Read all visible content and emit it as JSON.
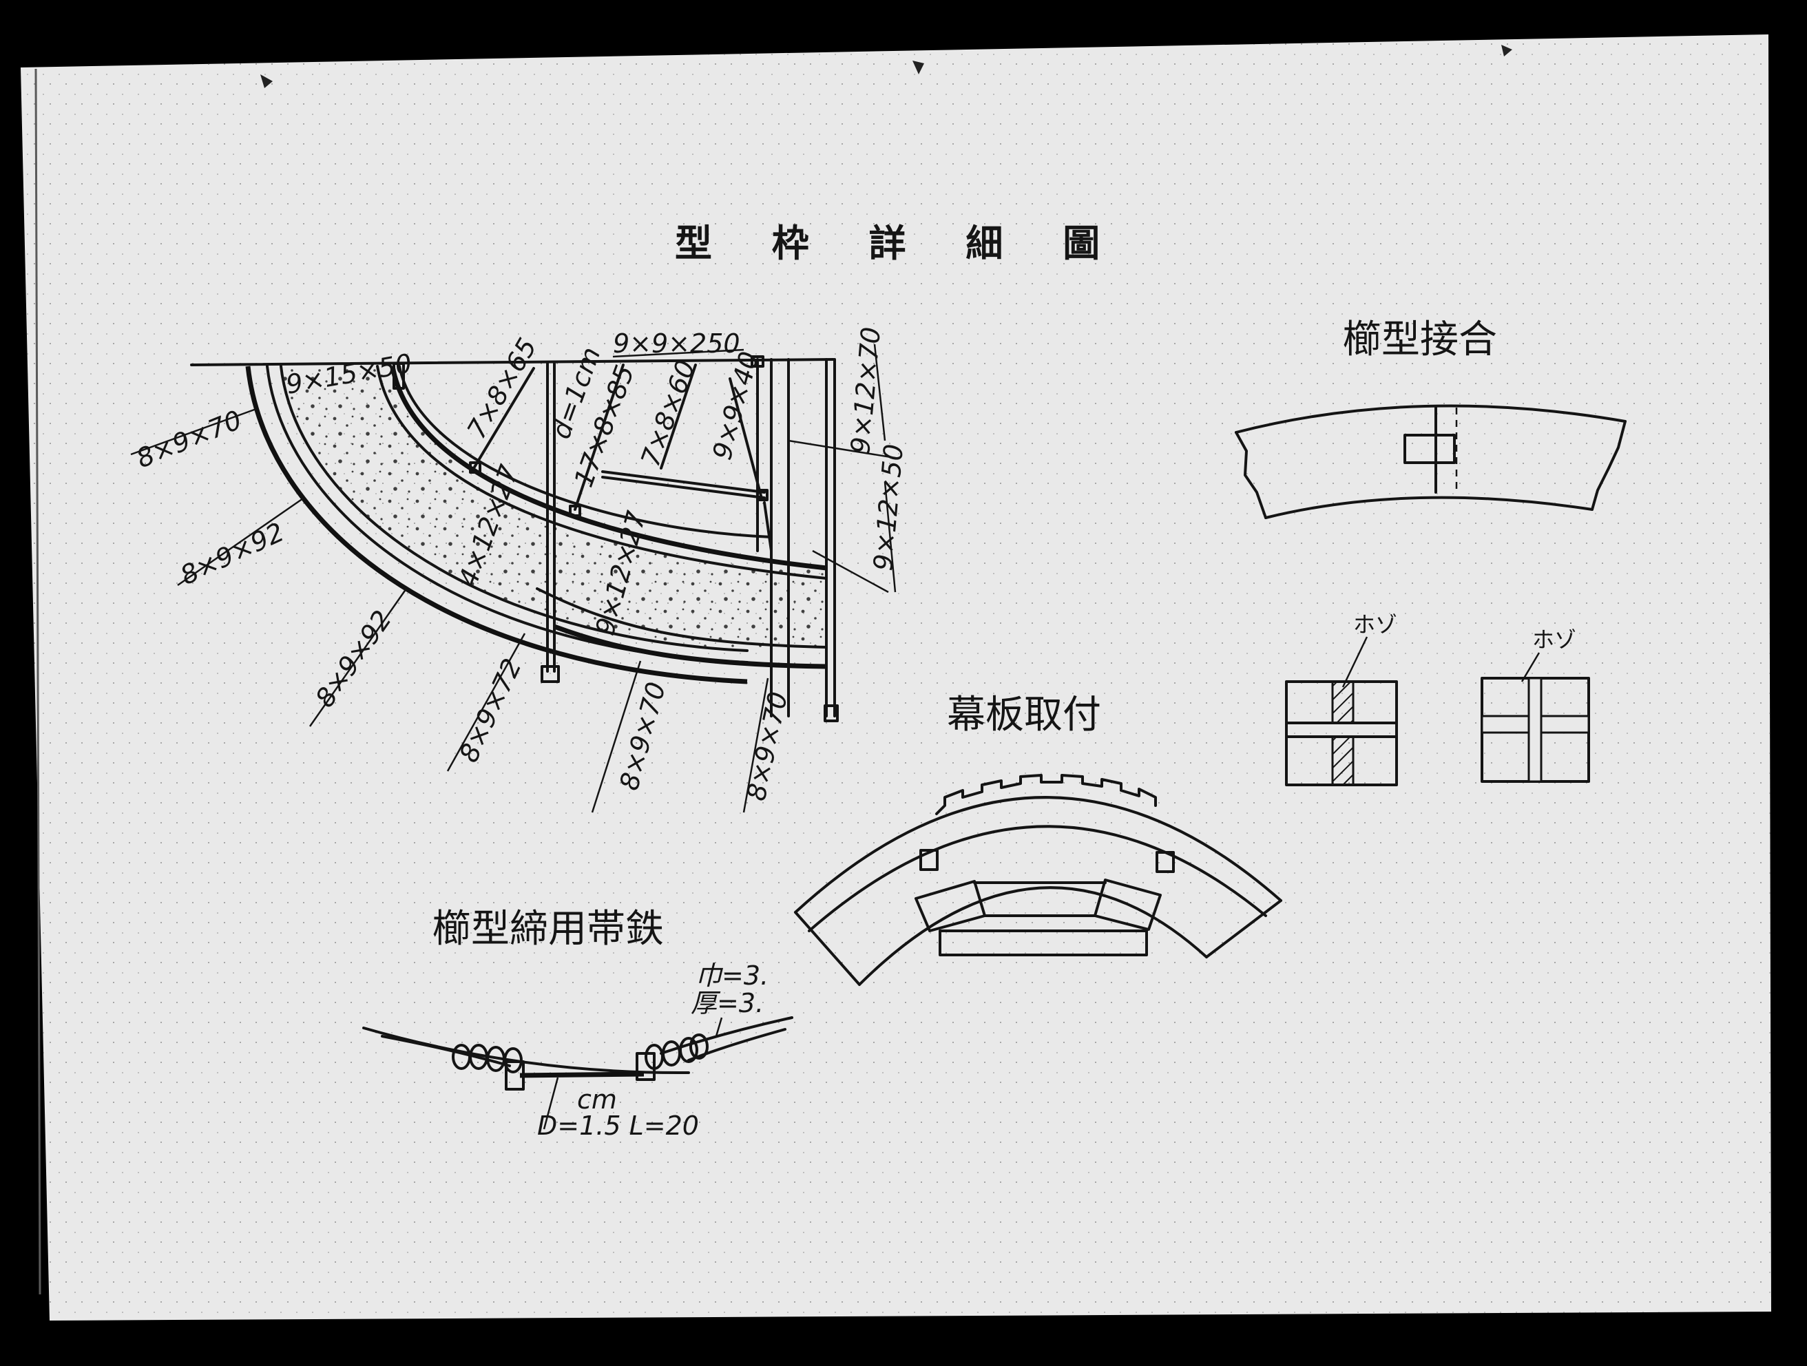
{
  "drawing": {
    "title": "型 枠 詳 細 圖",
    "main_section": {
      "labels": {
        "top_beam": "9×9×250",
        "a": "9×15×50",
        "b": "7×8×65",
        "c": "d=1cm",
        "d": "17×8×85",
        "e": "7×8×60",
        "f": "9×9×40",
        "g": "9×12×70",
        "h": "8×9×70",
        "i": "8×9×92",
        "j": "9×12×50",
        "k": "4×12×27",
        "l": "9×12×27",
        "m": "8×9×92",
        "n": "8×9×72",
        "o": "8×9×70",
        "p": "8×9×70"
      }
    },
    "comb_joint": {
      "title": "櫛型接合",
      "tenon_label_1": "ホゾ",
      "tenon_label_2": "ホゾ"
    },
    "panel_mount": {
      "title": "幕板取付"
    },
    "band_iron": {
      "title": "櫛型締用帯鉄",
      "width_label": "巾=3.",
      "thickness_label": "厚=3.",
      "unit": "cm",
      "dim_label": "D=1.5 L=20"
    },
    "colors": {
      "paper": "#e9e9e9",
      "ink": "#141414",
      "border": "#000000"
    }
  }
}
